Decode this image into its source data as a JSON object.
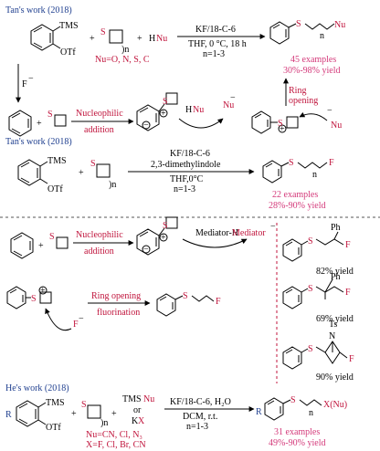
{
  "colors": {
    "heading": "#1f3f8f",
    "red": "#c0143c",
    "pink": "#d4397a",
    "divider": "#555555",
    "divider_vertical": "#c0143c"
  },
  "section1": {
    "heading": "Tan's work (2018)",
    "reagent_tms": "TMS",
    "reagent_otf": "OTf",
    "plus1": "+",
    "plus2": "+",
    "thietane_n": ")n",
    "hnu_h": "H",
    "hnu_nu": "Nu",
    "nu_def": "Nu=O, N, S, C",
    "cond_top": "KF/18-C-6",
    "cond_mid": "THF, 0 °C, 18 h",
    "cond_bot": "n=1-3",
    "product_n": "n",
    "product_nu": "Nu",
    "examples": "45 examples",
    "yield": "30%-98% yield",
    "fluoride": "F",
    "fluoride_charge": "−",
    "s_label": "S",
    "step_label_1": "Nucleophilic",
    "step_label_2": "addition",
    "hnu2_h": "H",
    "hnu2_nu": "Nu",
    "minus_nu_charge": "−",
    "minus_nu": "Nu",
    "ring_open_1": "Ring",
    "ring_open_2": "opening",
    "nu3": "Nu",
    "nu3_charge": "−",
    "s_plus": "S",
    "plus_sym": "+",
    "minus_sym": "−"
  },
  "section2": {
    "heading": "Tan's work (2018)",
    "reagent_tms": "TMS",
    "reagent_otf": "OTf",
    "plus": "+",
    "thietane_n": ")n",
    "cond_top": "KF/18-C-6",
    "cond_2": "2,3-dimethylindole",
    "cond_3": "THF,0°C",
    "cond_4": "n=1-3",
    "product_n": "n",
    "product_f": "F",
    "examples": "22 examples",
    "yield": "28%-90% yield"
  },
  "section3": {
    "plus": "+",
    "s_label": "S",
    "step_label_1": "Nucleophilic",
    "step_label_2": "addition",
    "mediator_h": "Mediator-H",
    "mediator": "Mediator",
    "mediator_charge": "−",
    "ring_open_1": "Ring opening",
    "ring_open_2": "fluorination",
    "fluoride": "F",
    "fluoride_charge": "−",
    "s_plus": "S",
    "plus_sym": "+",
    "minus_sym": "−",
    "product_f": "F",
    "p1_substituent": "Ph",
    "p1_f": "F",
    "p1_yield": "82% yield",
    "p2_substituent": "Ph",
    "p2_f": "F",
    "p2_yield": "69% yield",
    "p3_ts": "Ts",
    "p3_n": "N",
    "p3_f": "F",
    "p3_yield": "90% yield"
  },
  "section4": {
    "heading": "He's work (2018)",
    "reagent_tms": "TMS",
    "reagent_otf": "OTf",
    "r_group": "R",
    "plus1": "+",
    "plus2": "+",
    "thietane_n": ")n",
    "tms": "TMS",
    "nu": "Nu",
    "or": "or",
    "k": "K",
    "x": "X",
    "cond_top": "KF/18-C-6, H₂O",
    "cond_2": "DCM, r.t.",
    "cond_3": "n=1-3",
    "nu_def": "Nu=CN, Cl, N₃",
    "x_def": "X=F, Cl, Br, CN",
    "product_r": "R",
    "product_n": "n",
    "product_x": "X(Nu)",
    "examples": "31 examples",
    "yield": "49%-90% yield"
  }
}
